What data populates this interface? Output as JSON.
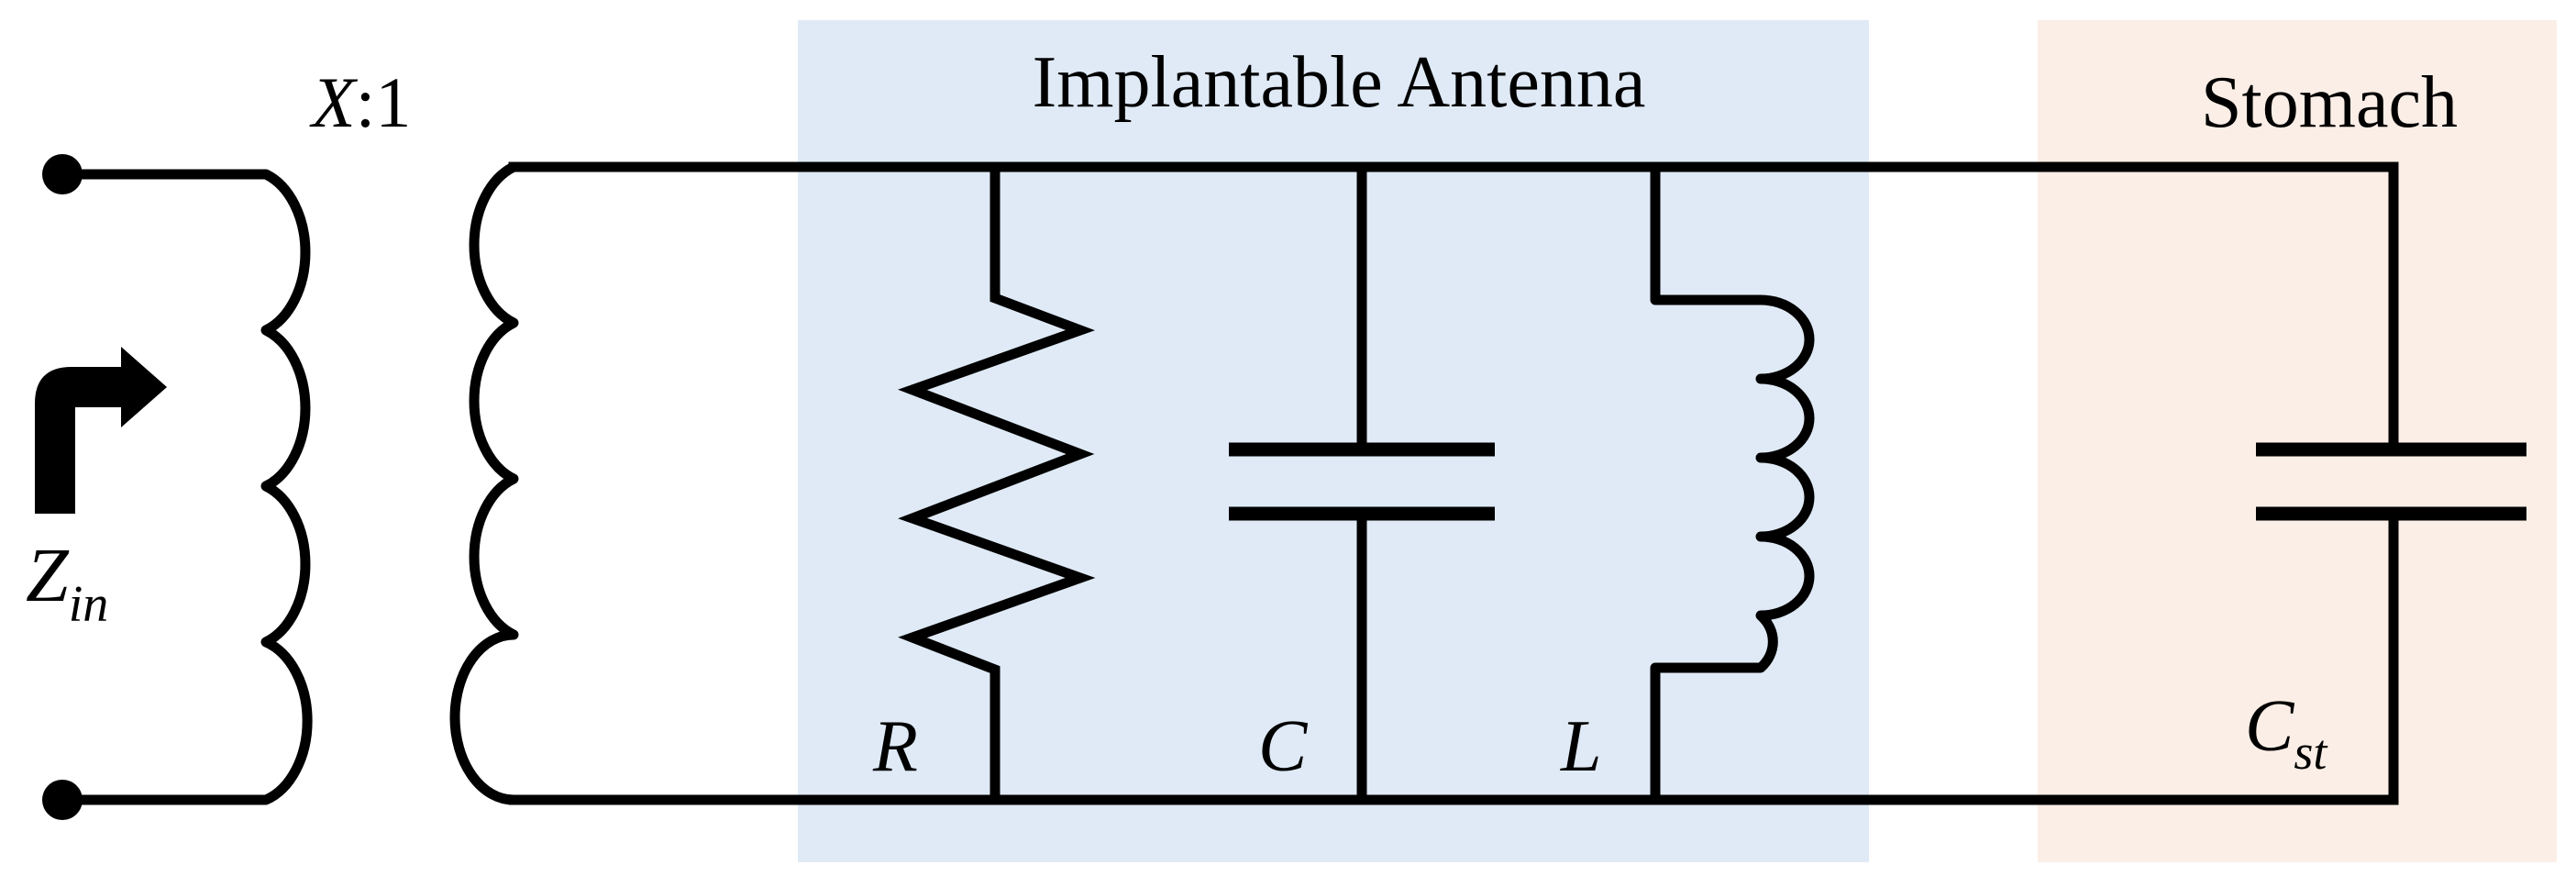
{
  "diagram": {
    "ratio_label": {
      "variable": "X",
      "suffix": ":1"
    },
    "input_impedance": {
      "symbol": "Z",
      "subscript": "in"
    },
    "regions": [
      {
        "key": "antenna",
        "title": "Implantable Antenna",
        "fill": "#dfeaf6"
      },
      {
        "key": "stomach",
        "title": "Stomach",
        "fill": "#fbeee6"
      }
    ],
    "components": [
      {
        "key": "R",
        "type": "resistor",
        "label": "R"
      },
      {
        "key": "C",
        "type": "capacitor",
        "label": "C"
      },
      {
        "key": "L",
        "type": "inductor",
        "label": "L"
      },
      {
        "key": "Cst",
        "type": "capacitor",
        "label": "C",
        "subscript": "st"
      }
    ],
    "colors": {
      "wire": "#000000",
      "background": "#ffffff"
    }
  }
}
